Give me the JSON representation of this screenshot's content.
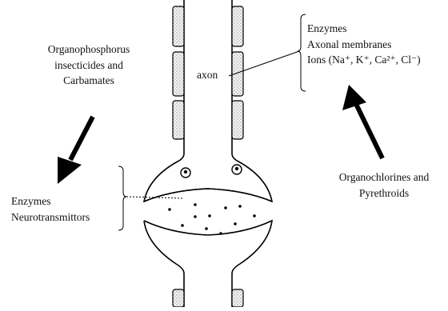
{
  "labels": {
    "organophosphorus": [
      "Organophosphorus",
      "insecticides and",
      "Carbamates"
    ],
    "axon": "axon",
    "axon_targets": [
      "Enzymes",
      "Axonal membranes",
      "Ions (Na⁺, K⁺, Ca²⁺, Cl⁻)"
    ],
    "organochlorines": [
      "Organochlorines and",
      "Pyrethroids"
    ],
    "synapse_targets": [
      "Enzymes",
      "Neurotransmittors"
    ]
  },
  "colors": {
    "stroke": "#000000",
    "stipple": "#bdbdbd",
    "stipple_bg": "#f2f2f2",
    "arrow": "#000000"
  },
  "icons": [
    "down-left-arrow-icon",
    "up-left-arrow-icon",
    "vesicle-icon"
  ]
}
